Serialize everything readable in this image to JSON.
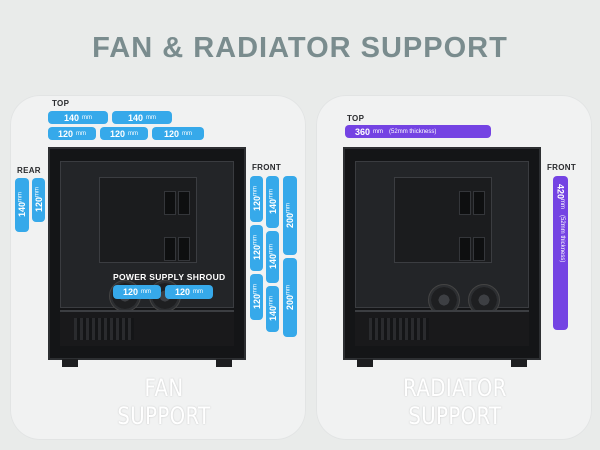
{
  "title": "FAN & RADIATOR SUPPORT",
  "colors": {
    "fan_pill": "#36a9ea",
    "radiator_pill": "#7443e3",
    "title": "#7a8c8e"
  },
  "fan_support": {
    "caption": "FAN SUPPORT",
    "top_label": "TOP",
    "top_row1": [
      {
        "size": "140",
        "unit": "mm"
      },
      {
        "size": "140",
        "unit": "mm"
      }
    ],
    "top_row2": [
      {
        "size": "120",
        "unit": "mm"
      },
      {
        "size": "120",
        "unit": "mm"
      },
      {
        "size": "120",
        "unit": "mm"
      }
    ],
    "rear_label": "REAR",
    "rear": [
      {
        "size": "140",
        "unit": "mm"
      },
      {
        "size": "120",
        "unit": "mm"
      }
    ],
    "front_label": "FRONT",
    "front_col1": [
      {
        "size": "120",
        "unit": "mm"
      },
      {
        "size": "120",
        "unit": "mm"
      },
      {
        "size": "120",
        "unit": "mm"
      }
    ],
    "front_col2": [
      {
        "size": "140",
        "unit": "mm"
      },
      {
        "size": "140",
        "unit": "mm"
      },
      {
        "size": "140",
        "unit": "mm"
      }
    ],
    "front_col3": [
      {
        "size": "200",
        "unit": "mm"
      },
      {
        "size": "200",
        "unit": "mm"
      }
    ],
    "shroud_label": "POWER SUPPLY SHROUD",
    "shroud": [
      {
        "size": "120",
        "unit": "mm"
      },
      {
        "size": "120",
        "unit": "mm"
      }
    ]
  },
  "radiator_support": {
    "caption": "RADIATOR SUPPORT",
    "top_label": "TOP",
    "top": {
      "size": "360",
      "unit": "mm",
      "note": "(52mm thickness)"
    },
    "front_label": "FRONT",
    "front": {
      "size": "420",
      "unit": "mm",
      "note": "(52mm thickness)"
    }
  }
}
